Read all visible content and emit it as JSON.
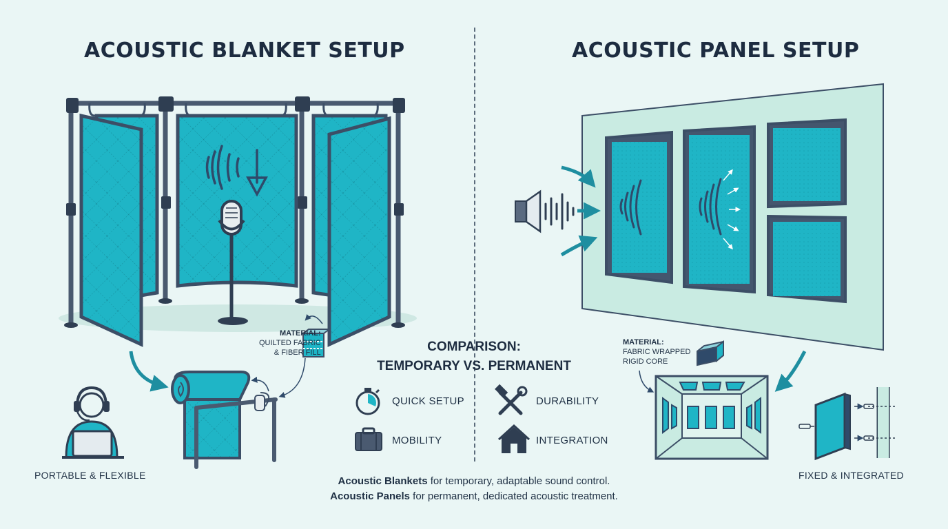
{
  "left": {
    "title": "ACOUSTIC BLANKET SETUP",
    "material_label": "MATERIAL:",
    "material_line1": "QUILTED FABRIC",
    "material_line2": "& FIBER FILL",
    "caption": "PORTABLE & FLEXIBLE"
  },
  "right": {
    "title": "ACOUSTIC PANEL SETUP",
    "material_label": "MATERIAL:",
    "material_line1": "FABRIC WRAPPED",
    "material_line2": "RIGID CORE",
    "caption": "FIXED & INTEGRATED"
  },
  "comparison": {
    "title_line1": "COMPARISON:",
    "title_line2": "TEMPORARY VS. PERMANENT",
    "features": [
      {
        "label": "QUICK SETUP",
        "icon": "stopwatch-icon"
      },
      {
        "label": "DURABILITY",
        "icon": "hammer-wrench-icon"
      },
      {
        "label": "MOBILITY",
        "icon": "suitcase-icon"
      },
      {
        "label": "INTEGRATION",
        "icon": "house-icon"
      }
    ]
  },
  "summary": {
    "line1_bold": "Acoustic Blankets",
    "line1_rest": " for temporary, adaptable sound control.",
    "line2_bold": "Acoustic Panels",
    "line2_rest": " for permanent, dedicated acoustic treatment."
  },
  "colors": {
    "background": "#eaf6f5",
    "teal": "#1fb5c6",
    "navy": "#2f4a6a",
    "frame": "#3c4e66",
    "wall": "#c9ebe2"
  }
}
